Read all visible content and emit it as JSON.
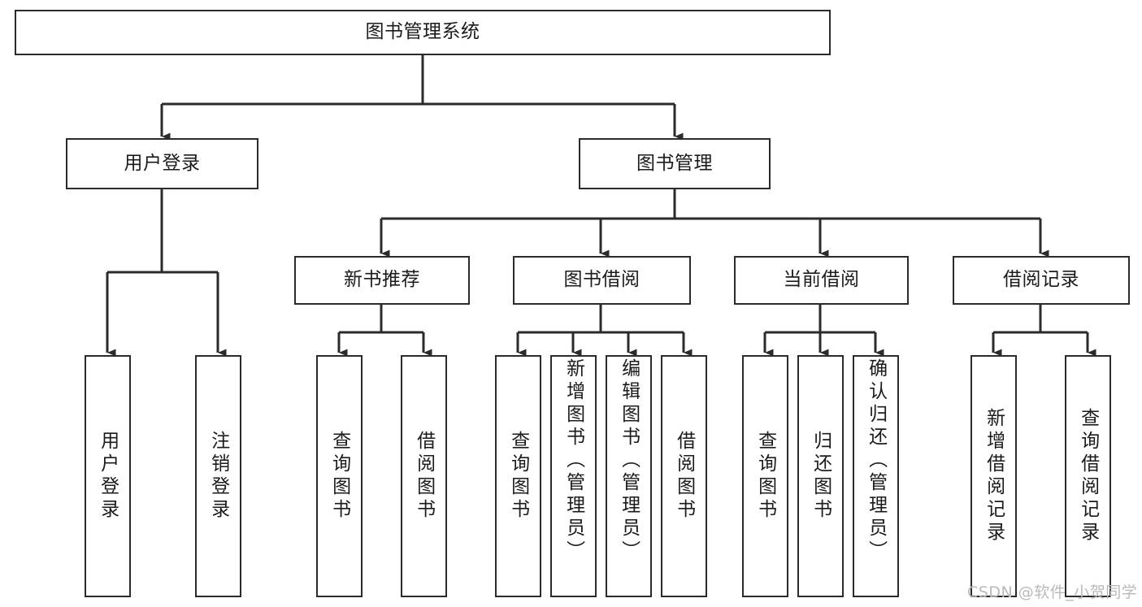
{
  "diagram": {
    "title": "图书管理系统",
    "line_color": "#2b2b2b",
    "box_fill": "#ffffff",
    "text_color": "#1b1b1b"
  },
  "root": {
    "label": "图书管理系统"
  },
  "level2": [
    {
      "label": "用户登录"
    },
    {
      "label": "图书管理"
    }
  ],
  "level3": [
    {
      "label": "新书推荐"
    },
    {
      "label": "图书借阅"
    },
    {
      "label": "当前借阅"
    },
    {
      "label": "借阅记录"
    }
  ],
  "leaves": {
    "user_login": [
      {
        "label": "用户登录"
      },
      {
        "label": "注销登录"
      }
    ],
    "new_book": [
      {
        "label": "查询图书"
      },
      {
        "label": "借阅图书"
      }
    ],
    "book_borrow": [
      {
        "label": "查询图书"
      },
      {
        "label": "新增图书（管理员）"
      },
      {
        "label": "编辑图书（管理员）"
      },
      {
        "label": "借阅图书"
      }
    ],
    "current_borrow": [
      {
        "label": "查询图书"
      },
      {
        "label": "归还图书"
      },
      {
        "label": "确认归还（管理员）"
      }
    ],
    "borrow_record": [
      {
        "label": "新增借阅记录"
      },
      {
        "label": "查询借阅记录"
      }
    ]
  },
  "watermark": {
    "text": "CSDN @软件_小贺同学"
  }
}
